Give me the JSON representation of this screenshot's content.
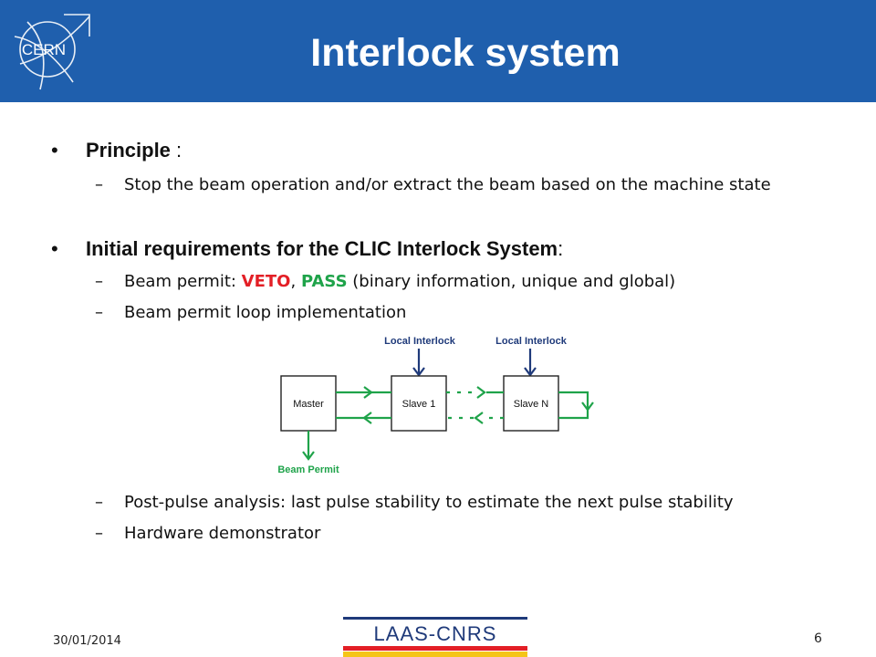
{
  "header": {
    "title": "Interlock system",
    "logo_text": "CERN",
    "bg_color": "#1f5fad"
  },
  "bullets": [
    {
      "label": "Principle",
      "suffix": " :",
      "subitems": [
        "Stop the beam operation and/or extract the beam based on the machine state"
      ]
    },
    {
      "label": "Initial requirements for the CLIC Interlock System",
      "suffix": ":",
      "subitems": []
    }
  ],
  "beam_permit": {
    "prefix": "Beam permit: ",
    "veto": "VETO",
    "comma": ", ",
    "pass": "PASS",
    "suffix": " (binary information, unique and global)",
    "veto_color": "#e31f26",
    "pass_color": "#1fa34a"
  },
  "sub_loop": "Beam permit loop implementation",
  "sub_post": "Post-pulse analysis: last pulse stability to estimate the next pulse stability",
  "sub_hw": "Hardware demonstrator",
  "diagram": {
    "master": "Master",
    "slave1": "Slave 1",
    "slaveN": "Slave N",
    "local1": "Local Interlock",
    "local2": "Local Interlock",
    "beam_permit": "Beam Permit",
    "loop_color": "#1fa34a",
    "interlock_color": "#1f3a7a"
  },
  "footer": {
    "date": "30/01/2014",
    "page": "6",
    "laas_logo_text": "LAAS-CNRS"
  },
  "glyphs": {
    "bullet": "•",
    "dash": "–"
  }
}
